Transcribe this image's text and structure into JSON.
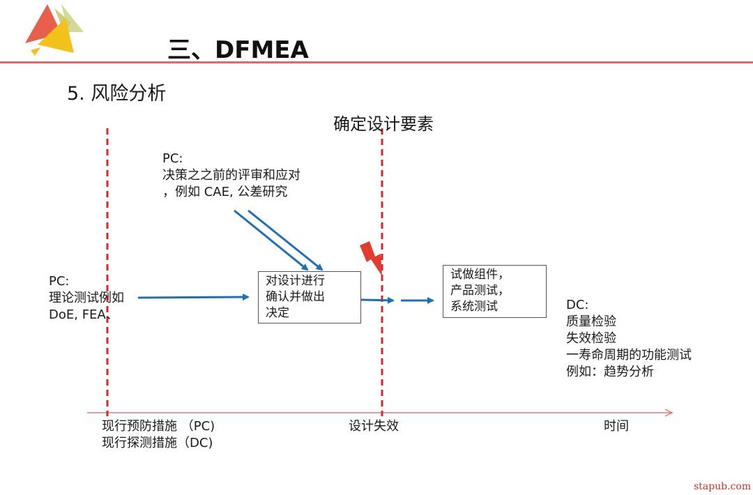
{
  "header": {
    "title": "三、DFMEA",
    "subtitle": "5. 风险分析"
  },
  "diagram": {
    "center_title": "确定设计要素",
    "pc_top": {
      "label": "PC:",
      "lines": [
        "决策之之前的评审和应对",
        "，例如 CAE, 公差研究"
      ]
    },
    "pc_left": {
      "label": "PC:",
      "lines": [
        "理论测试例如",
        "DoE, FEA、"
      ]
    },
    "box_confirm": {
      "lines": [
        "对设计进行",
        "确认并做出",
        "决定"
      ]
    },
    "box_trial": {
      "lines": [
        "试做组件，",
        "产品测试，",
        "系统测试"
      ]
    },
    "dc_right": {
      "label": "DC:",
      "lines": [
        "质量检验",
        "失效检验",
        "一寿命周期的功能测试",
        "例如：趋势分析"
      ]
    },
    "axis": {
      "left_label_1": "现行预防措施 （PC)",
      "left_label_2": "现行探测措施（DC)",
      "mid_label": "设计失效",
      "right_label": "时间"
    }
  },
  "watermark": "stapub.com",
  "colors": {
    "arrow_blue": "#1f6fb8",
    "dash_red": "#d9262c",
    "axis_red": "#e07b7b",
    "rule_red": "#e06a6a",
    "lightning": "#e23b2f"
  }
}
